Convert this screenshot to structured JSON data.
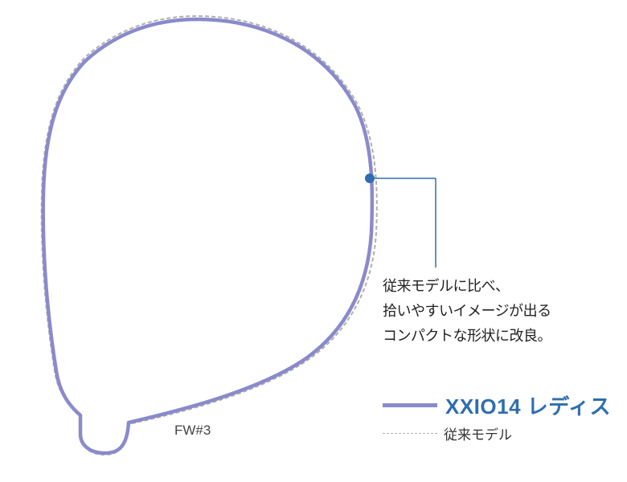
{
  "diagram": {
    "model_label": "FW#3",
    "callout": {
      "lines": [
        "従来モデルに比べ、",
        "拾いやすいイメージが出る",
        "コンパクトな形状に改良。"
      ]
    },
    "legend": {
      "new_model": "XXIO14 レディス",
      "old_model": "従来モデル"
    },
    "colors": {
      "new_outline": "#8a8acb",
      "old_outline": "#b0b0b0",
      "callout_line": "#2f6db0",
      "legend_title": "#2f6db0"
    }
  }
}
